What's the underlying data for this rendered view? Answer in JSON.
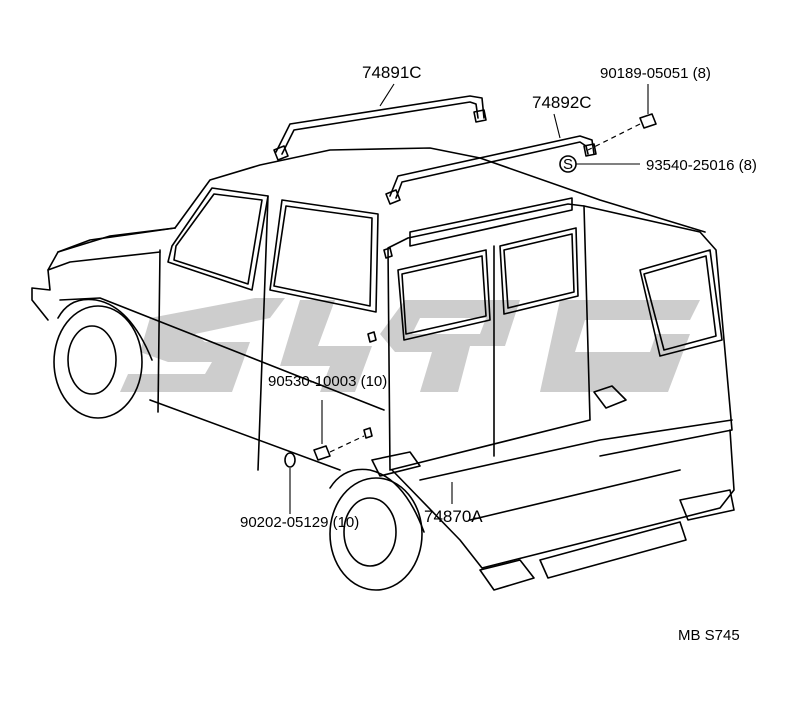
{
  "diagram": {
    "parts": [
      {
        "id": "p1",
        "label": "74891C"
      },
      {
        "id": "p2",
        "label": "74892C"
      },
      {
        "id": "p3",
        "label": "90189-05051 (8)"
      },
      {
        "id": "p4",
        "label": "93540-25016 (8)"
      },
      {
        "id": "p5",
        "label": "90530-10003 (10)"
      },
      {
        "id": "p6",
        "label": "90202-05129 (10)"
      },
      {
        "id": "p7",
        "label": "74870A"
      }
    ],
    "screw_symbol": "S",
    "code": "MB S745",
    "watermark_color": "#c8c8c8"
  }
}
